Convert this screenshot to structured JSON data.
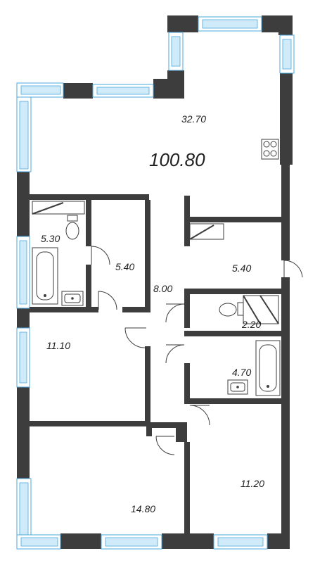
{
  "plan": {
    "total_area": "100.80",
    "rooms": [
      {
        "id": "living-kitchen",
        "area": "32.70"
      },
      {
        "id": "bathroom-left",
        "area": "5.30"
      },
      {
        "id": "closet-left",
        "area": "5.40"
      },
      {
        "id": "closet-right",
        "area": "5.40"
      },
      {
        "id": "hallway",
        "area": "8.00"
      },
      {
        "id": "toilet",
        "area": "2.20"
      },
      {
        "id": "bedroom-left",
        "area": "11.10"
      },
      {
        "id": "bathroom-right",
        "area": "4.70"
      },
      {
        "id": "bedroom-bottom-left",
        "area": "14.80"
      },
      {
        "id": "bedroom-bottom-right",
        "area": "11.20"
      }
    ]
  },
  "colors": {
    "wall": "#3d3d3d",
    "window": "#4aa8e0",
    "glass": "#cfeaf8"
  },
  "icons": [
    "stove-icon",
    "toilet-icon",
    "bathtub-icon",
    "sink-icon"
  ]
}
